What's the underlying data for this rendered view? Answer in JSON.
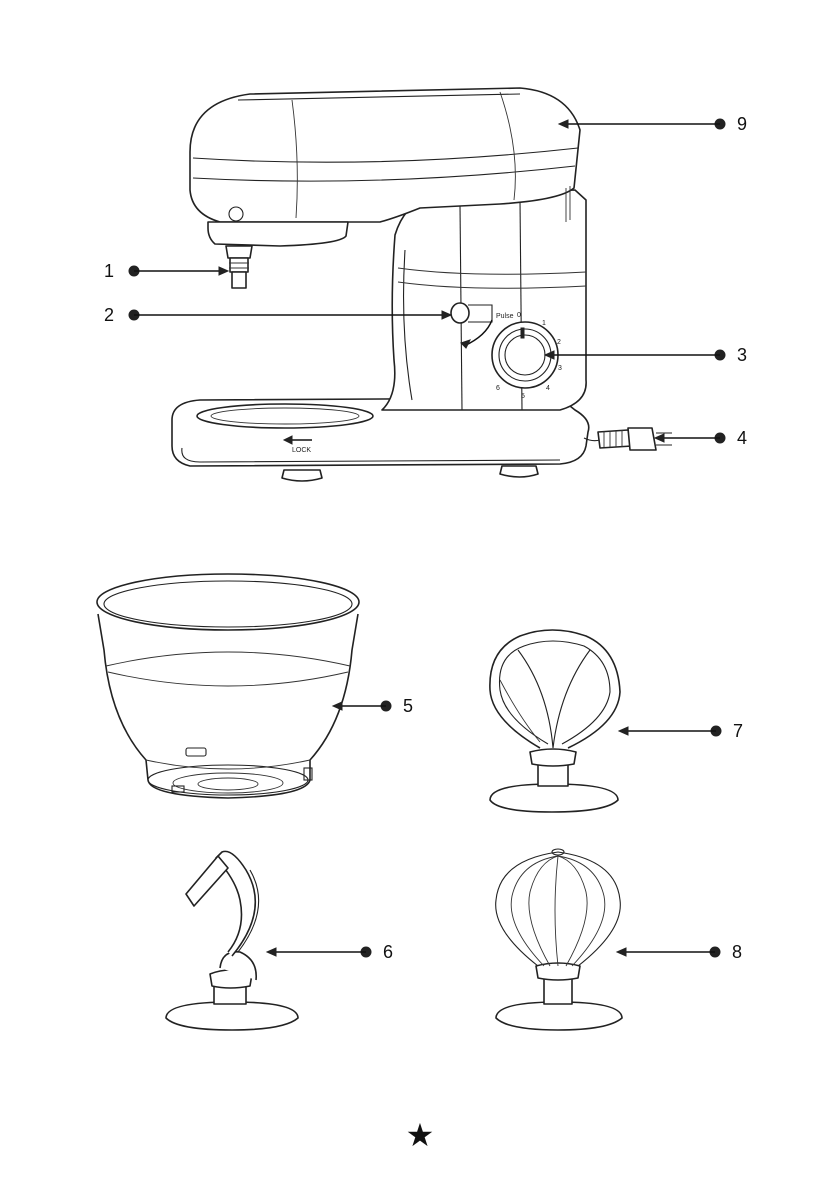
{
  "callouts": [
    {
      "num": "1",
      "part": "attachment-shaft"
    },
    {
      "num": "2",
      "part": "tilt-head-release-button"
    },
    {
      "num": "3",
      "part": "speed-control-knob"
    },
    {
      "num": "4",
      "part": "power-cord-plug"
    },
    {
      "num": "5",
      "part": "mixing-bowl"
    },
    {
      "num": "6",
      "part": "dough-hook"
    },
    {
      "num": "7",
      "part": "flat-beater"
    },
    {
      "num": "8",
      "part": "wire-whisk"
    },
    {
      "num": "9",
      "part": "mixer-head"
    }
  ],
  "labels": {
    "pulse": "Pulse",
    "lock": "LOCK",
    "dial": [
      "0",
      "1",
      "2",
      "3",
      "4",
      "5",
      "6"
    ]
  },
  "footer": {
    "symbol": "★"
  },
  "colors": {
    "line": "#222222",
    "background": "#ffffff"
  }
}
